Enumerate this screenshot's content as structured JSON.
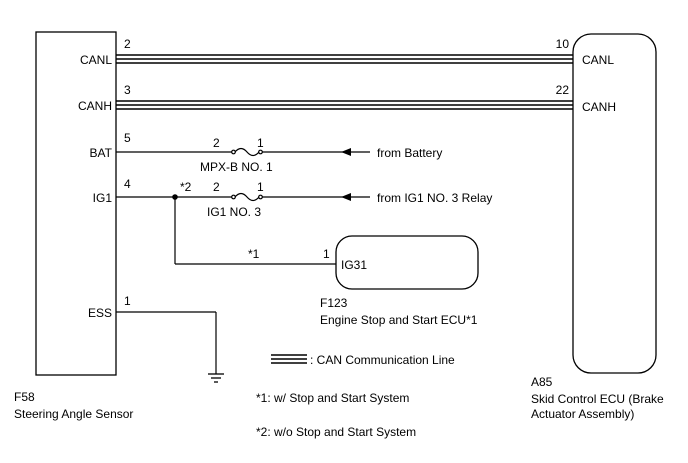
{
  "sensor": {
    "code": "F58",
    "name": "Steering Angle Sensor",
    "pins": [
      {
        "label": "CANL",
        "num": "2"
      },
      {
        "label": "CANH",
        "num": "3"
      },
      {
        "label": "BAT",
        "num": "5"
      },
      {
        "label": "IG1",
        "num": "4"
      },
      {
        "label": "ESS",
        "num": "1"
      }
    ]
  },
  "skid_ecu": {
    "code": "A85",
    "name_line1": "Skid Control ECU (Brake",
    "name_line2": "Actuator Assembly)",
    "pins": [
      {
        "label": "CANL",
        "num": "10"
      },
      {
        "label": "CANH",
        "num": "22"
      }
    ]
  },
  "stop_start_ecu": {
    "code": "F123",
    "name": "Engine Stop and Start ECU*1",
    "pin_label": "IG31",
    "pin_num": "1",
    "wire_note": "*1"
  },
  "fuses": [
    {
      "name": "MPX-B NO. 1",
      "pin_left": "2",
      "pin_right": "1",
      "source": "from Battery"
    },
    {
      "name": "IG1 NO. 3",
      "pin_left": "2",
      "pin_right": "1",
      "source": "from IG1 NO. 3 Relay"
    }
  ],
  "junction_note": "*2",
  "legend": {
    "can_line": ": CAN Communication Line"
  },
  "notes": [
    "*1: w/ Stop and Start System",
    "*2: w/o Stop and Start System"
  ]
}
